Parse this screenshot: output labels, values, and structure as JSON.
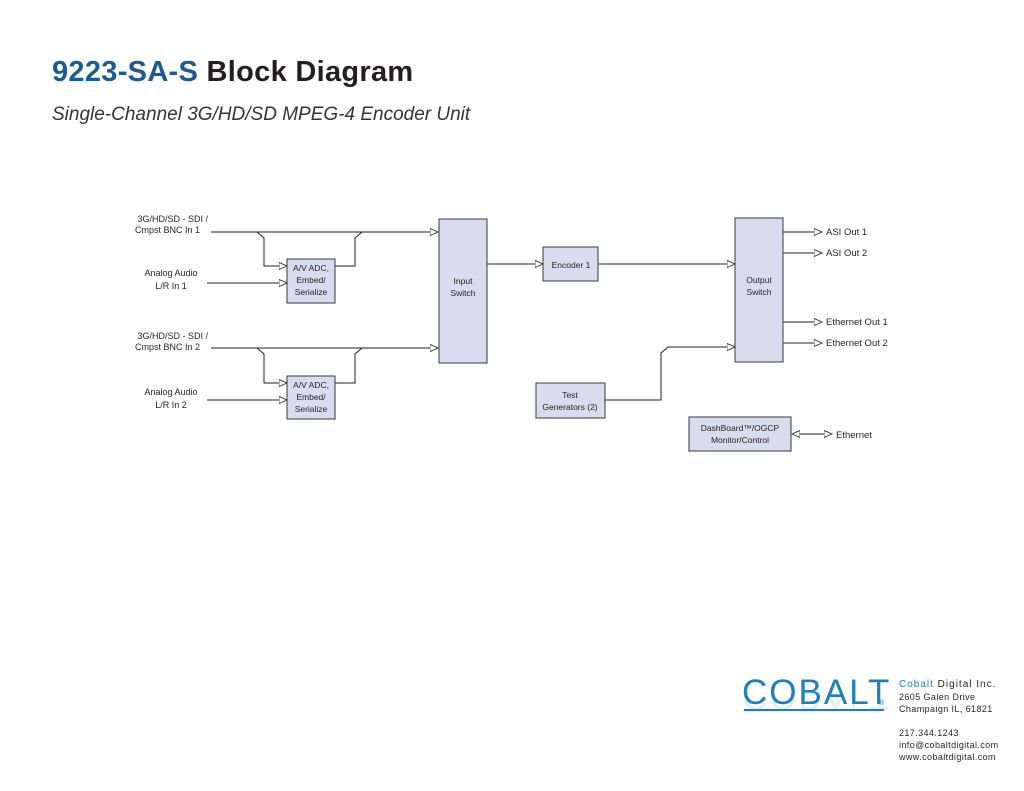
{
  "header": {
    "model": "9223-SA-S",
    "title_rest": "Block Diagram",
    "subtitle": "Single-Channel 3G/HD/SD MPEG-4 Encoder Unit"
  },
  "inputs": {
    "sdi1": [
      "3G/HD/SD - SDI /",
      "Cmpst BNC In 1"
    ],
    "analog1": [
      "Analog Audio",
      "L/R In 1"
    ],
    "sdi2": [
      "3G/HD/SD - SDI /",
      "Cmpst BNC In 2"
    ],
    "analog2": [
      "Analog Audio",
      "L/R In 2"
    ]
  },
  "blocks": {
    "adc1": [
      "A/V ADC,",
      "Embed/",
      "Serialize"
    ],
    "adc2": [
      "A/V ADC,",
      "Embed/",
      "Serialize"
    ],
    "input_switch": [
      "Input",
      "Switch"
    ],
    "encoder": "Encoder 1",
    "test_gen": [
      "Test",
      "Generators (2)"
    ],
    "output_switch": [
      "Output",
      "Switch"
    ],
    "dashboard": [
      "DashBoard™/OGCP",
      "Monitor/Control"
    ]
  },
  "outputs": {
    "asi1": "ASI Out 1",
    "asi2": "ASI Out 2",
    "eth1": "Ethernet Out 1",
    "eth2": "Ethernet Out 2",
    "ethernet": "Ethernet"
  },
  "logo": {
    "brand": "COBALT",
    "reg_mark": "®",
    "color": "#1a7fc4"
  },
  "contact": {
    "company_part1": "Cobalt",
    "company_part2": " Digital Inc.",
    "address1": "2605 Galen Drive",
    "address2": "Champaign IL, 61821",
    "phone": "217.344.1243",
    "email": "info@cobaltdigital.com",
    "web": "www.cobaltdigital.com"
  },
  "colors": {
    "title_blue": "#1a5a96",
    "block_fill": "#d9dbee"
  }
}
